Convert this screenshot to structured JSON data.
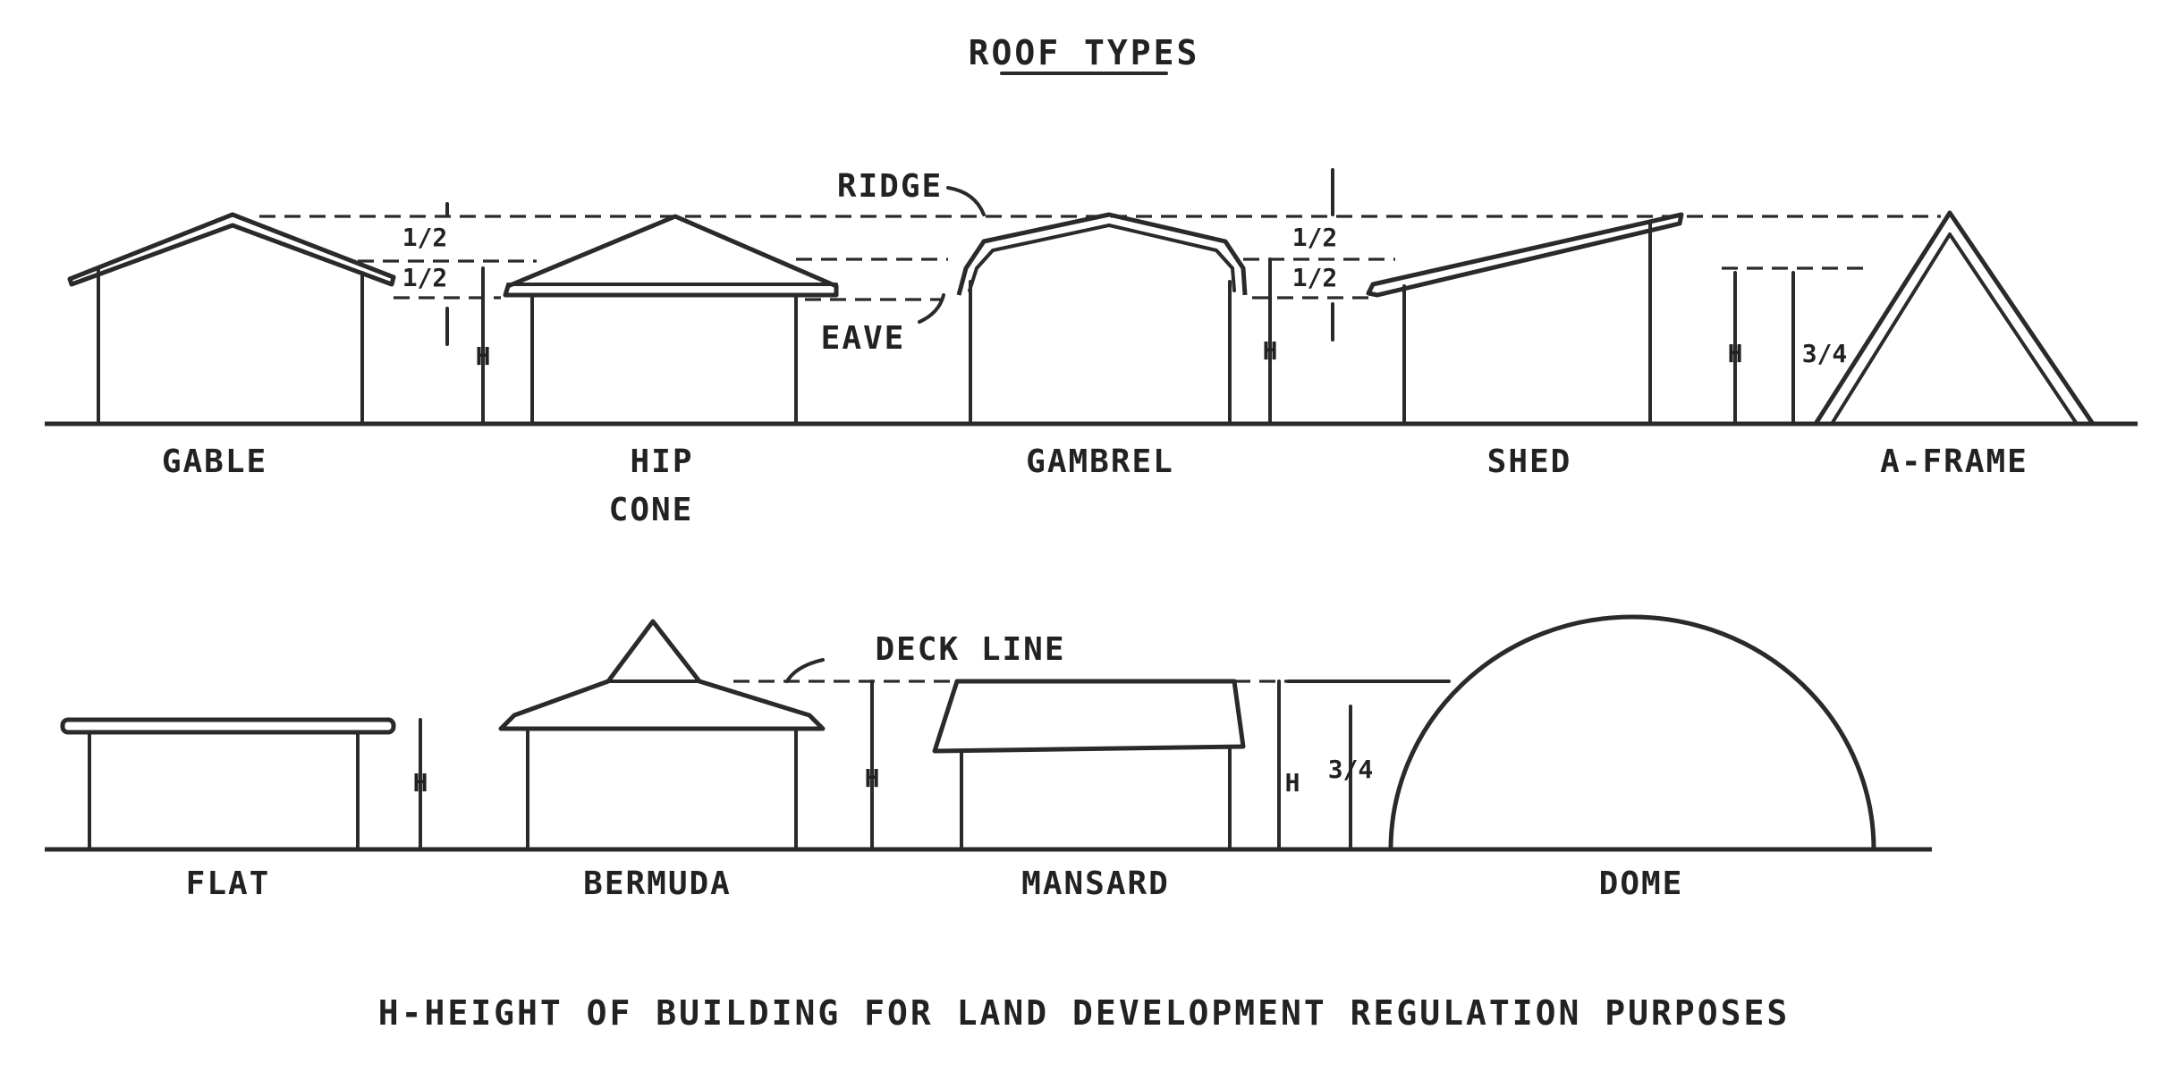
{
  "title": "ROOF TYPES",
  "footer": "H-HEIGHT OF BUILDING FOR LAND DEVELOPMENT REGULATION PURPOSES",
  "annotations": {
    "ridge": "RIDGE",
    "eave": "EAVE",
    "deck_line": "DECK LINE",
    "half_upper": "1/2",
    "half_lower": "1/2",
    "half_gambrel_upper": "1/2",
    "half_gambrel_lower": "1/2",
    "three_quarter_aframe": "3/4",
    "three_quarter_dome": "3/4",
    "h": "H"
  },
  "roof_labels": {
    "gable": "GABLE",
    "hip": "HIP",
    "cone": "CONE",
    "gambrel": "GAMBREL",
    "shed": "SHED",
    "aframe": "A-FRAME",
    "flat": "FLAT",
    "bermuda": "BERMUDA",
    "mansard": "MANSARD",
    "dome": "DOME"
  }
}
